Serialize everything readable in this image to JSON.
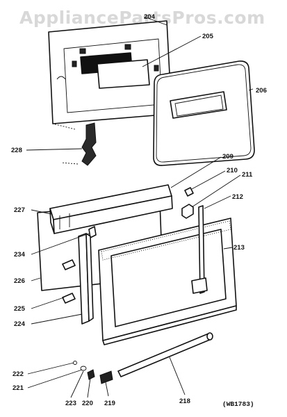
{
  "watermark": "AppliancePartsPros.com",
  "diagram_code": "(WB1783)",
  "callouts": [
    "204",
    "205",
    "206",
    "228",
    "209",
    "210",
    "211",
    "227",
    "212",
    "234",
    "213",
    "226",
    "225",
    "224",
    "222",
    "221",
    "223",
    "220",
    "219",
    "218"
  ]
}
